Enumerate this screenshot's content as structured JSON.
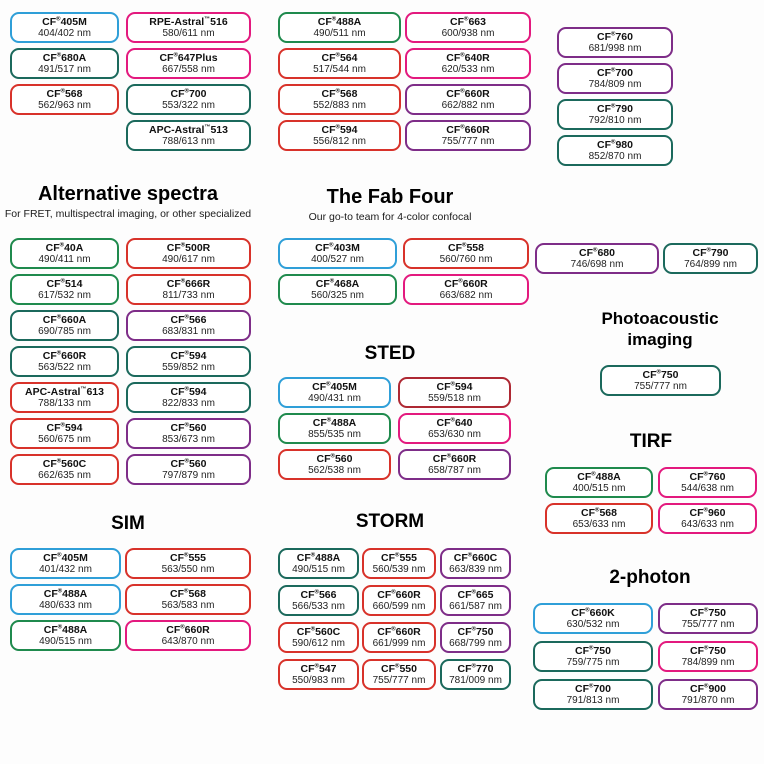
{
  "chart_data": {
    "type": "table",
    "colors": {
      "blue": "#2f9fd8",
      "green": "#1f8a4d",
      "teal": "#1b695c",
      "red": "#d8322a",
      "crimson": "#ae2833",
      "pink": "#e3197e",
      "purple": "#7e2d88"
    },
    "sections": {
      "top_left": {
        "col_a": [
          {
            "name": "CF®405M",
            "range": "404/402 nm",
            "c": "blue"
          },
          {
            "name": "CF®680A",
            "range": "491/517 nm",
            "c": "teal"
          },
          {
            "name": "CF®568",
            "range": "562/963 nm",
            "c": "red"
          }
        ],
        "col_b": [
          {
            "name": "RPE-Astral™516",
            "range": "580/611 nm",
            "c": "pink"
          },
          {
            "name": "CF®647Plus",
            "range": "667/558 nm",
            "c": "pink"
          },
          {
            "name": "CF®700",
            "range": "553/322 nm",
            "c": "teal"
          },
          {
            "name": "APC-Astral™513",
            "range": "788/613 nm",
            "c": "teal"
          }
        ]
      },
      "top_mid": {
        "col_a": [
          {
            "name": "CF®488A",
            "range": "490/511 nm",
            "c": "green"
          },
          {
            "name": "CF®564",
            "range": "517/544 nm",
            "c": "red"
          },
          {
            "name": "CF®568",
            "range": "552/883 nm",
            "c": "red"
          },
          {
            "name": "CF®594",
            "range": "556/812 nm",
            "c": "red"
          }
        ],
        "col_b": [
          {
            "name": "CF®663",
            "range": "600/938 nm",
            "c": "pink"
          },
          {
            "name": "CF®640R",
            "range": "620/533 nm",
            "c": "pink"
          },
          {
            "name": "CF®660R",
            "range": "662/882 nm",
            "c": "purple"
          },
          {
            "name": "CF®660R",
            "range": "755/777 nm",
            "c": "purple"
          }
        ]
      },
      "top_right": {
        "col_a": [
          {
            "name": "CF®760",
            "range": "681/998 nm",
            "c": "purple"
          },
          {
            "name": "CF®700",
            "range": "784/809 nm",
            "c": "purple"
          },
          {
            "name": "CF®790",
            "range": "792/810 nm",
            "c": "teal"
          },
          {
            "name": "CF®980",
            "range": "852/870 nm",
            "c": "teal"
          }
        ]
      },
      "alt": {
        "title": "Alternative spectra",
        "subtitle": "For FRET, multispectral imaging, or other specialized",
        "col_a": [
          {
            "name": "CF®40A",
            "range": "490/411 nm",
            "c": "green"
          },
          {
            "name": "CF®514",
            "range": "617/532 nm",
            "c": "green"
          },
          {
            "name": "CF®660A",
            "range": "690/785 nm",
            "c": "teal"
          },
          {
            "name": "CF®660R",
            "range": "563/522 nm",
            "c": "teal"
          },
          {
            "name": "APC-Astral™613",
            "range": "788/133 nm",
            "c": "red"
          },
          {
            "name": "CF®594",
            "range": "560/675 nm",
            "c": "red"
          },
          {
            "name": "CF®560C",
            "range": "662/635 nm",
            "c": "red"
          }
        ],
        "col_b": [
          {
            "name": "CF®500R",
            "range": "490/617 nm",
            "c": "red"
          },
          {
            "name": "CF®666R",
            "range": "811/733 nm",
            "c": "red"
          },
          {
            "name": "CF®566",
            "range": "683/831 nm",
            "c": "purple"
          },
          {
            "name": "CF®594",
            "range": "559/852 nm",
            "c": "teal"
          },
          {
            "name": "CF®594",
            "range": "822/833 nm",
            "c": "teal"
          },
          {
            "name": "CF®560",
            "range": "853/673 nm",
            "c": "purple"
          },
          {
            "name": "CF®560",
            "range": "797/879 nm",
            "c": "purple"
          }
        ]
      },
      "fab": {
        "title": "The Fab Four",
        "subtitle": "Our go-to team for 4-color confocal",
        "col_a": [
          {
            "name": "CF®403M",
            "range": "400/527 nm",
            "c": "blue"
          },
          {
            "name": "CF®468A",
            "range": "560/325 nm",
            "c": "green"
          }
        ],
        "col_b": [
          {
            "name": "CF®558",
            "range": "560/760 nm",
            "c": "red"
          },
          {
            "name": "CF®660R",
            "range": "663/682 nm",
            "c": "pink"
          }
        ]
      },
      "right_pair": {
        "col_a": [
          {
            "name": "CF®680",
            "range": "746/698 nm",
            "c": "purple"
          }
        ],
        "col_b": [
          {
            "name": "CF®790",
            "range": "764/899 nm",
            "c": "teal"
          }
        ]
      },
      "photoacoustic": {
        "title": "Photoacoustic imaging",
        "col_a": [
          {
            "name": "CF®750",
            "range": "755/777 nm",
            "c": "teal"
          }
        ]
      },
      "sted": {
        "title": "STED",
        "col_a": [
          {
            "name": "CF®405M",
            "range": "490/431 nm",
            "c": "blue"
          },
          {
            "name": "CF®488A",
            "range": "855/535 nm",
            "c": "green"
          },
          {
            "name": "CF®560",
            "range": "562/538 nm",
            "c": "red"
          }
        ],
        "col_b": [
          {
            "name": "CF®594",
            "range": "559/518 nm",
            "c": "crimson"
          },
          {
            "name": "CF®640",
            "range": "653/630 nm",
            "c": "pink"
          },
          {
            "name": "CF®660R",
            "range": "658/787 nm",
            "c": "purple"
          }
        ]
      },
      "tirf": {
        "title": "TIRF",
        "col_a": [
          {
            "name": "CF®488A",
            "range": "400/515 nm",
            "c": "green"
          },
          {
            "name": "CF®568",
            "range": "653/633 nm",
            "c": "red"
          }
        ],
        "col_b": [
          {
            "name": "CF®760",
            "range": "544/638 nm",
            "c": "pink"
          },
          {
            "name": "CF®960",
            "range": "643/633 nm",
            "c": "pink"
          }
        ]
      },
      "sim": {
        "title": "SIM",
        "col_a": [
          {
            "name": "CF®405M",
            "range": "401/432 nm",
            "c": "blue"
          },
          {
            "name": "CF®488A",
            "range": "480/633 nm",
            "c": "blue"
          },
          {
            "name": "CF®488A",
            "range": "490/515 nm",
            "c": "green"
          }
        ],
        "col_b": [
          {
            "name": "CF®555",
            "range": "563/550 nm",
            "c": "red"
          },
          {
            "name": "CF®568",
            "range": "563/583 nm",
            "c": "red"
          },
          {
            "name": "CF®660R",
            "range": "643/870 nm",
            "c": "pink"
          }
        ]
      },
      "storm": {
        "title": "STORM",
        "col_a": [
          {
            "name": "CF®488A",
            "range": "490/515 nm",
            "c": "teal"
          },
          {
            "name": "CF®566",
            "range": "566/533 nm",
            "c": "teal"
          },
          {
            "name": "CF®560C",
            "range": "590/612 nm",
            "c": "red"
          },
          {
            "name": "CF®547",
            "range": "550/983 nm",
            "c": "red"
          }
        ],
        "col_b": [
          {
            "name": "CF®555",
            "range": "560/539 nm",
            "c": "red"
          },
          {
            "name": "CF®660R",
            "range": "660/599 nm",
            "c": "red"
          },
          {
            "name": "CF®660R",
            "range": "661/999 nm",
            "c": "red"
          },
          {
            "name": "CF®550",
            "range": "755/777 nm",
            "c": "red"
          }
        ],
        "col_c": [
          {
            "name": "CF®660C",
            "range": "663/839 nm",
            "c": "purple"
          },
          {
            "name": "CF®665",
            "range": "661/587 nm",
            "c": "purple"
          },
          {
            "name": "CF®750",
            "range": "668/799 nm",
            "c": "purple"
          },
          {
            "name": "CF®770",
            "range": "781/009 nm",
            "c": "teal"
          }
        ]
      },
      "two_photon": {
        "title": "2-photon",
        "col_a": [
          {
            "name": "CF®660K",
            "range": "630/532 nm",
            "c": "blue"
          },
          {
            "name": "CF®750",
            "range": "759/775 nm",
            "c": "teal"
          },
          {
            "name": "CF®700",
            "range": "791/813 nm",
            "c": "teal"
          }
        ],
        "col_b": [
          {
            "name": "CF®750",
            "range": "755/777 nm",
            "c": "purple"
          },
          {
            "name": "CF®750",
            "range": "784/899 nm",
            "c": "pink"
          },
          {
            "name": "CF®900",
            "range": "791/870 nm",
            "c": "purple"
          }
        ]
      }
    }
  }
}
